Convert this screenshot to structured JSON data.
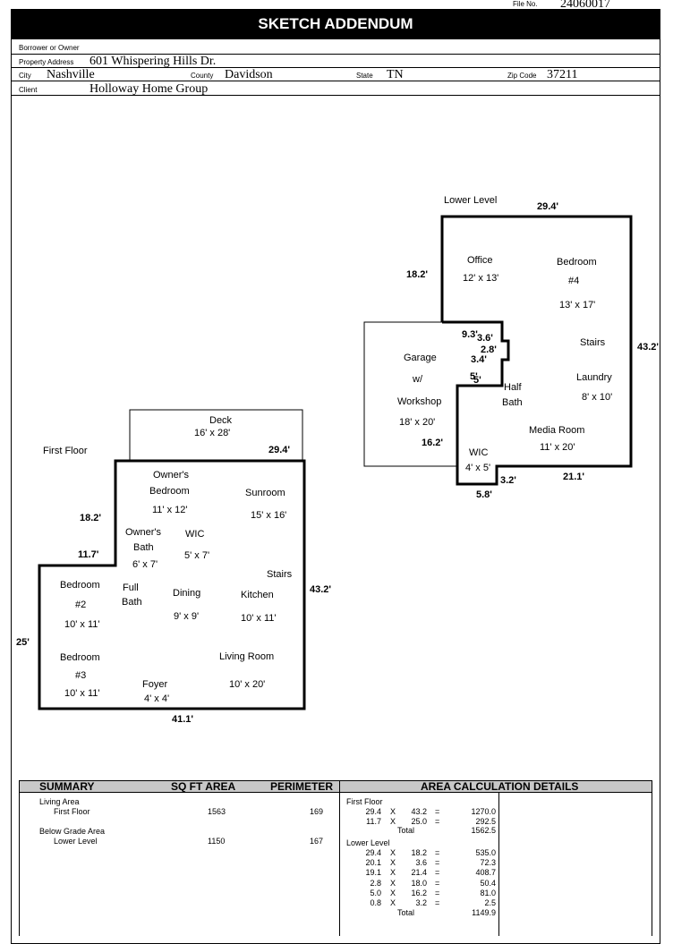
{
  "file_no_label": "File No.",
  "file_no": "24060017",
  "title": "SKETCH ADDENDUM",
  "header": {
    "borrower_label": "Borrower or Owner",
    "borrower": "",
    "property_label": "Property Address",
    "property": "601 Whispering Hills Dr.",
    "city_label": "City",
    "city": "Nashville",
    "county_label": "County",
    "county": "Davidson",
    "state_label": "State",
    "state": "TN",
    "zip_label": "Zip Code",
    "zip": "37211",
    "client_label": "Client",
    "client": "Holloway Home Group"
  },
  "lower": {
    "title": "Lower Level",
    "dim_top": "29.4'",
    "dim_left": "18.2'",
    "dim_right": "43.2'",
    "dim_93": "9.3'",
    "dim_36": "3.6'",
    "dim_28": "2.8'",
    "dim_34": "3.4'",
    "dim_5a": "5'",
    "dim_5b": "5'",
    "dim_162": "16.2'",
    "dim_211": "21.1'",
    "dim_32": "3.2'",
    "dim_58": "5.8'",
    "office": "Office",
    "office_size": "12' x 13'",
    "bedroom": "Bedroom",
    "bedroom_num": "#4",
    "bedroom_size": "13' x 17'",
    "stairs": "Stairs",
    "laundry": "Laundry",
    "laundry_size": "8' x 10'",
    "garage1": "Garage",
    "garage2": "w/",
    "garage3": "Workshop",
    "garage_size": "18' x 20'",
    "half": "Half",
    "bath": "Bath",
    "media": "Media Room",
    "media_size": "11' x 20'",
    "wic": "WIC",
    "wic_size": "4' x 5'"
  },
  "first": {
    "title": "First Floor",
    "deck": "Deck",
    "deck_size": "16' x 28'",
    "dim_top": "29.4'",
    "dim_182": "18.2'",
    "dim_117": "11.7'",
    "dim_25": "25'",
    "dim_432": "43.2'",
    "dim_411": "41.1'",
    "owners": "Owner's",
    "owners_bedroom": "Bedroom",
    "owners_bedroom_size": "11' x 12'",
    "sunroom": "Sunroom",
    "sunroom_size": "15' x 16'",
    "owners_bath1": "Owner's",
    "owners_bath2": "Bath",
    "owners_bath_size": "6' x 7'",
    "wic": "WIC",
    "wic_size": "5' x 7'",
    "stairs": "Stairs",
    "bed2": "Bedroom",
    "bed2_num": "#2",
    "bed2_size": "10' x 11'",
    "full": "Full",
    "full_bath": "Bath",
    "dining": "Dining",
    "dining_size": "9' x 9'",
    "kitchen": "Kitchen",
    "kitchen_size": "10' x 11'",
    "bed3": "Bedroom",
    "bed3_num": "#3",
    "bed3_size": "10' x 11'",
    "foyer": "Foyer",
    "foyer_size": "4' x 4'",
    "living": "Living Room",
    "living_size": "10' x 20'"
  },
  "summary": {
    "h_summary": "SUMMARY",
    "h_sqft": "SQ FT AREA",
    "h_perim": "PERIMETER",
    "h_details": "AREA CALCULATION DETAILS",
    "living_area": "Living Area",
    "first_floor": "First Floor",
    "first_sqft": "1563",
    "first_perim": "169",
    "below_grade": "Below Grade Area",
    "lower_level": "Lower Level",
    "lower_sqft": "1150",
    "lower_perim": "167"
  },
  "details": {
    "first_label": "First Floor",
    "first_rows": [
      [
        "29.4",
        "X",
        "43.2",
        "=",
        "1270.0"
      ],
      [
        "11.7",
        "X",
        "25.0",
        "=",
        "292.5"
      ]
    ],
    "first_total_label": "Total",
    "first_total": "1562.5",
    "lower_label": "Lower Level",
    "lower_rows": [
      [
        "29.4",
        "X",
        "18.2",
        "=",
        "535.0"
      ],
      [
        "20.1",
        "X",
        "3.6",
        "=",
        "72.3"
      ],
      [
        "19.1",
        "X",
        "21.4",
        "=",
        "408.7"
      ],
      [
        "2.8",
        "X",
        "18.0",
        "=",
        "50.4"
      ],
      [
        "5.0",
        "X",
        "16.2",
        "=",
        "81.0"
      ],
      [
        "0.8",
        "X",
        "3.2",
        "=",
        "2.5"
      ]
    ],
    "lower_total_label": "Total",
    "lower_total": "1149.9"
  }
}
